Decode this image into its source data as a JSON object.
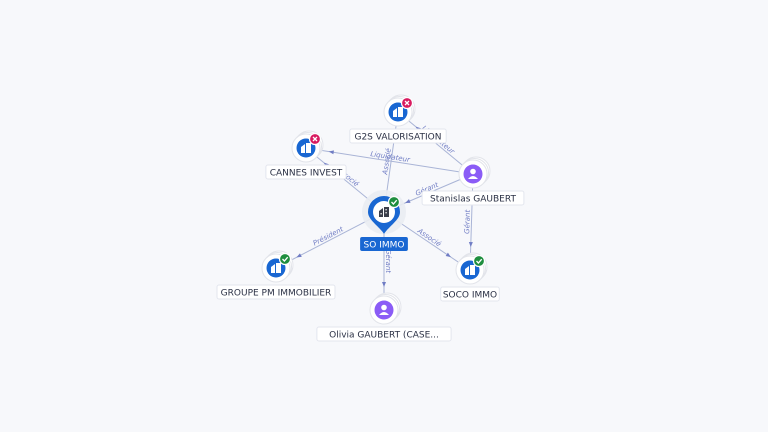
{
  "center": {
    "label": "SO IMMO",
    "type": "company",
    "status": "active",
    "icon": "building-icon"
  },
  "nodes": [
    {
      "id": "g2s",
      "label": "G2S VALORISATION",
      "type": "company",
      "status": "closed",
      "icon": "building-icon"
    },
    {
      "id": "cannes",
      "label": "CANNES INVEST",
      "type": "company",
      "status": "closed",
      "icon": "building-icon"
    },
    {
      "id": "stanislas",
      "label": "Stanislas GAUBERT",
      "type": "person",
      "icon": "person-icon"
    },
    {
      "id": "groupe",
      "label": "GROUPE PM IMMOBILIER",
      "type": "company",
      "status": "active",
      "icon": "building-icon"
    },
    {
      "id": "soco",
      "label": "SOCO IMMO",
      "type": "company",
      "status": "active",
      "icon": "building-icon"
    },
    {
      "id": "olivia",
      "label": "Olivia GAUBERT (CASE...",
      "type": "person",
      "icon": "person-icon"
    }
  ],
  "edges": [
    {
      "from": "center",
      "to": "g2s",
      "label": "Associé"
    },
    {
      "from": "center",
      "to": "cannes",
      "label": "Associé"
    },
    {
      "from": "center",
      "to": "groupe",
      "label": "Président"
    },
    {
      "from": "center",
      "to": "soco",
      "label": "Associé"
    },
    {
      "from": "center",
      "to": "olivia",
      "label": "Gérant"
    },
    {
      "from": "stanislas",
      "to": "center",
      "label": "Gérant"
    },
    {
      "from": "stanislas",
      "to": "cannes",
      "label": "Liquidateur"
    },
    {
      "from": "stanislas",
      "to": "g2s",
      "label": "Liquidateur"
    },
    {
      "from": "stanislas",
      "to": "soco",
      "label": "Gérant"
    }
  ],
  "colors": {
    "company": "#1967d2",
    "person": "#8b5cf6",
    "active": "#1e8e3e",
    "closed": "#d81b60",
    "edge": "#a9b4d6",
    "edge_label": "#6f7cc4",
    "background": "#f7f8fb"
  }
}
